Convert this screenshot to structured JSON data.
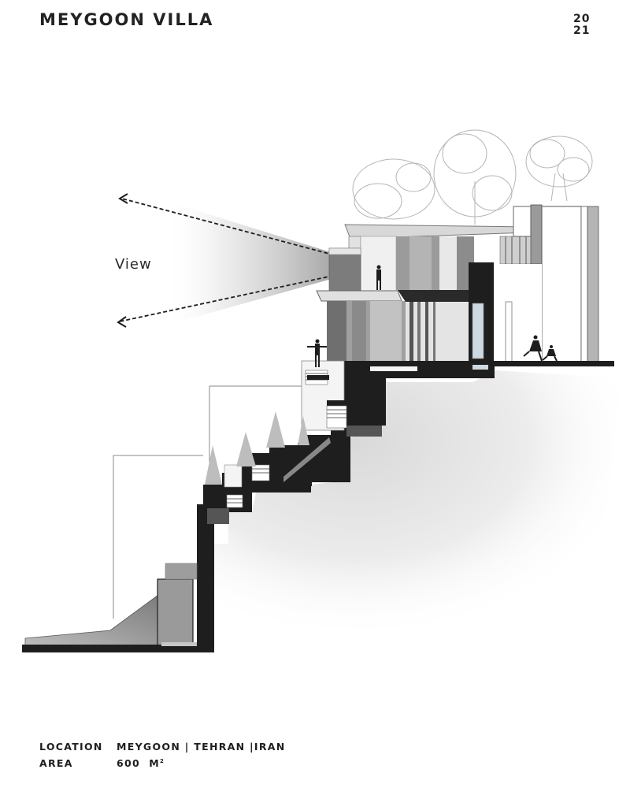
{
  "header": {
    "title": "MEYGOON VILLA",
    "year_top": "20",
    "year_bottom": "21"
  },
  "drawing": {
    "type": "architectural-section",
    "view_annotation": "View",
    "elements": [
      "sight-lines",
      "view-cone-gradient",
      "trees",
      "house-section",
      "stepped-foundation",
      "terraces",
      "pine-trees",
      "human-figures",
      "ground-texture"
    ],
    "colors": {
      "ink": "#1e1e1e",
      "wall_gray": "#8a8a8a",
      "glass": "#cdd9e2",
      "light_gray": "#d8d8d8",
      "tree_gray": "#bdbdbd"
    }
  },
  "info": {
    "location_label": "LOCATION",
    "location_value": "MEYGOON | TEHRAN |IRAN",
    "area_label": "AREA",
    "area_value": "600  M",
    "area_unit_sup": "2"
  }
}
